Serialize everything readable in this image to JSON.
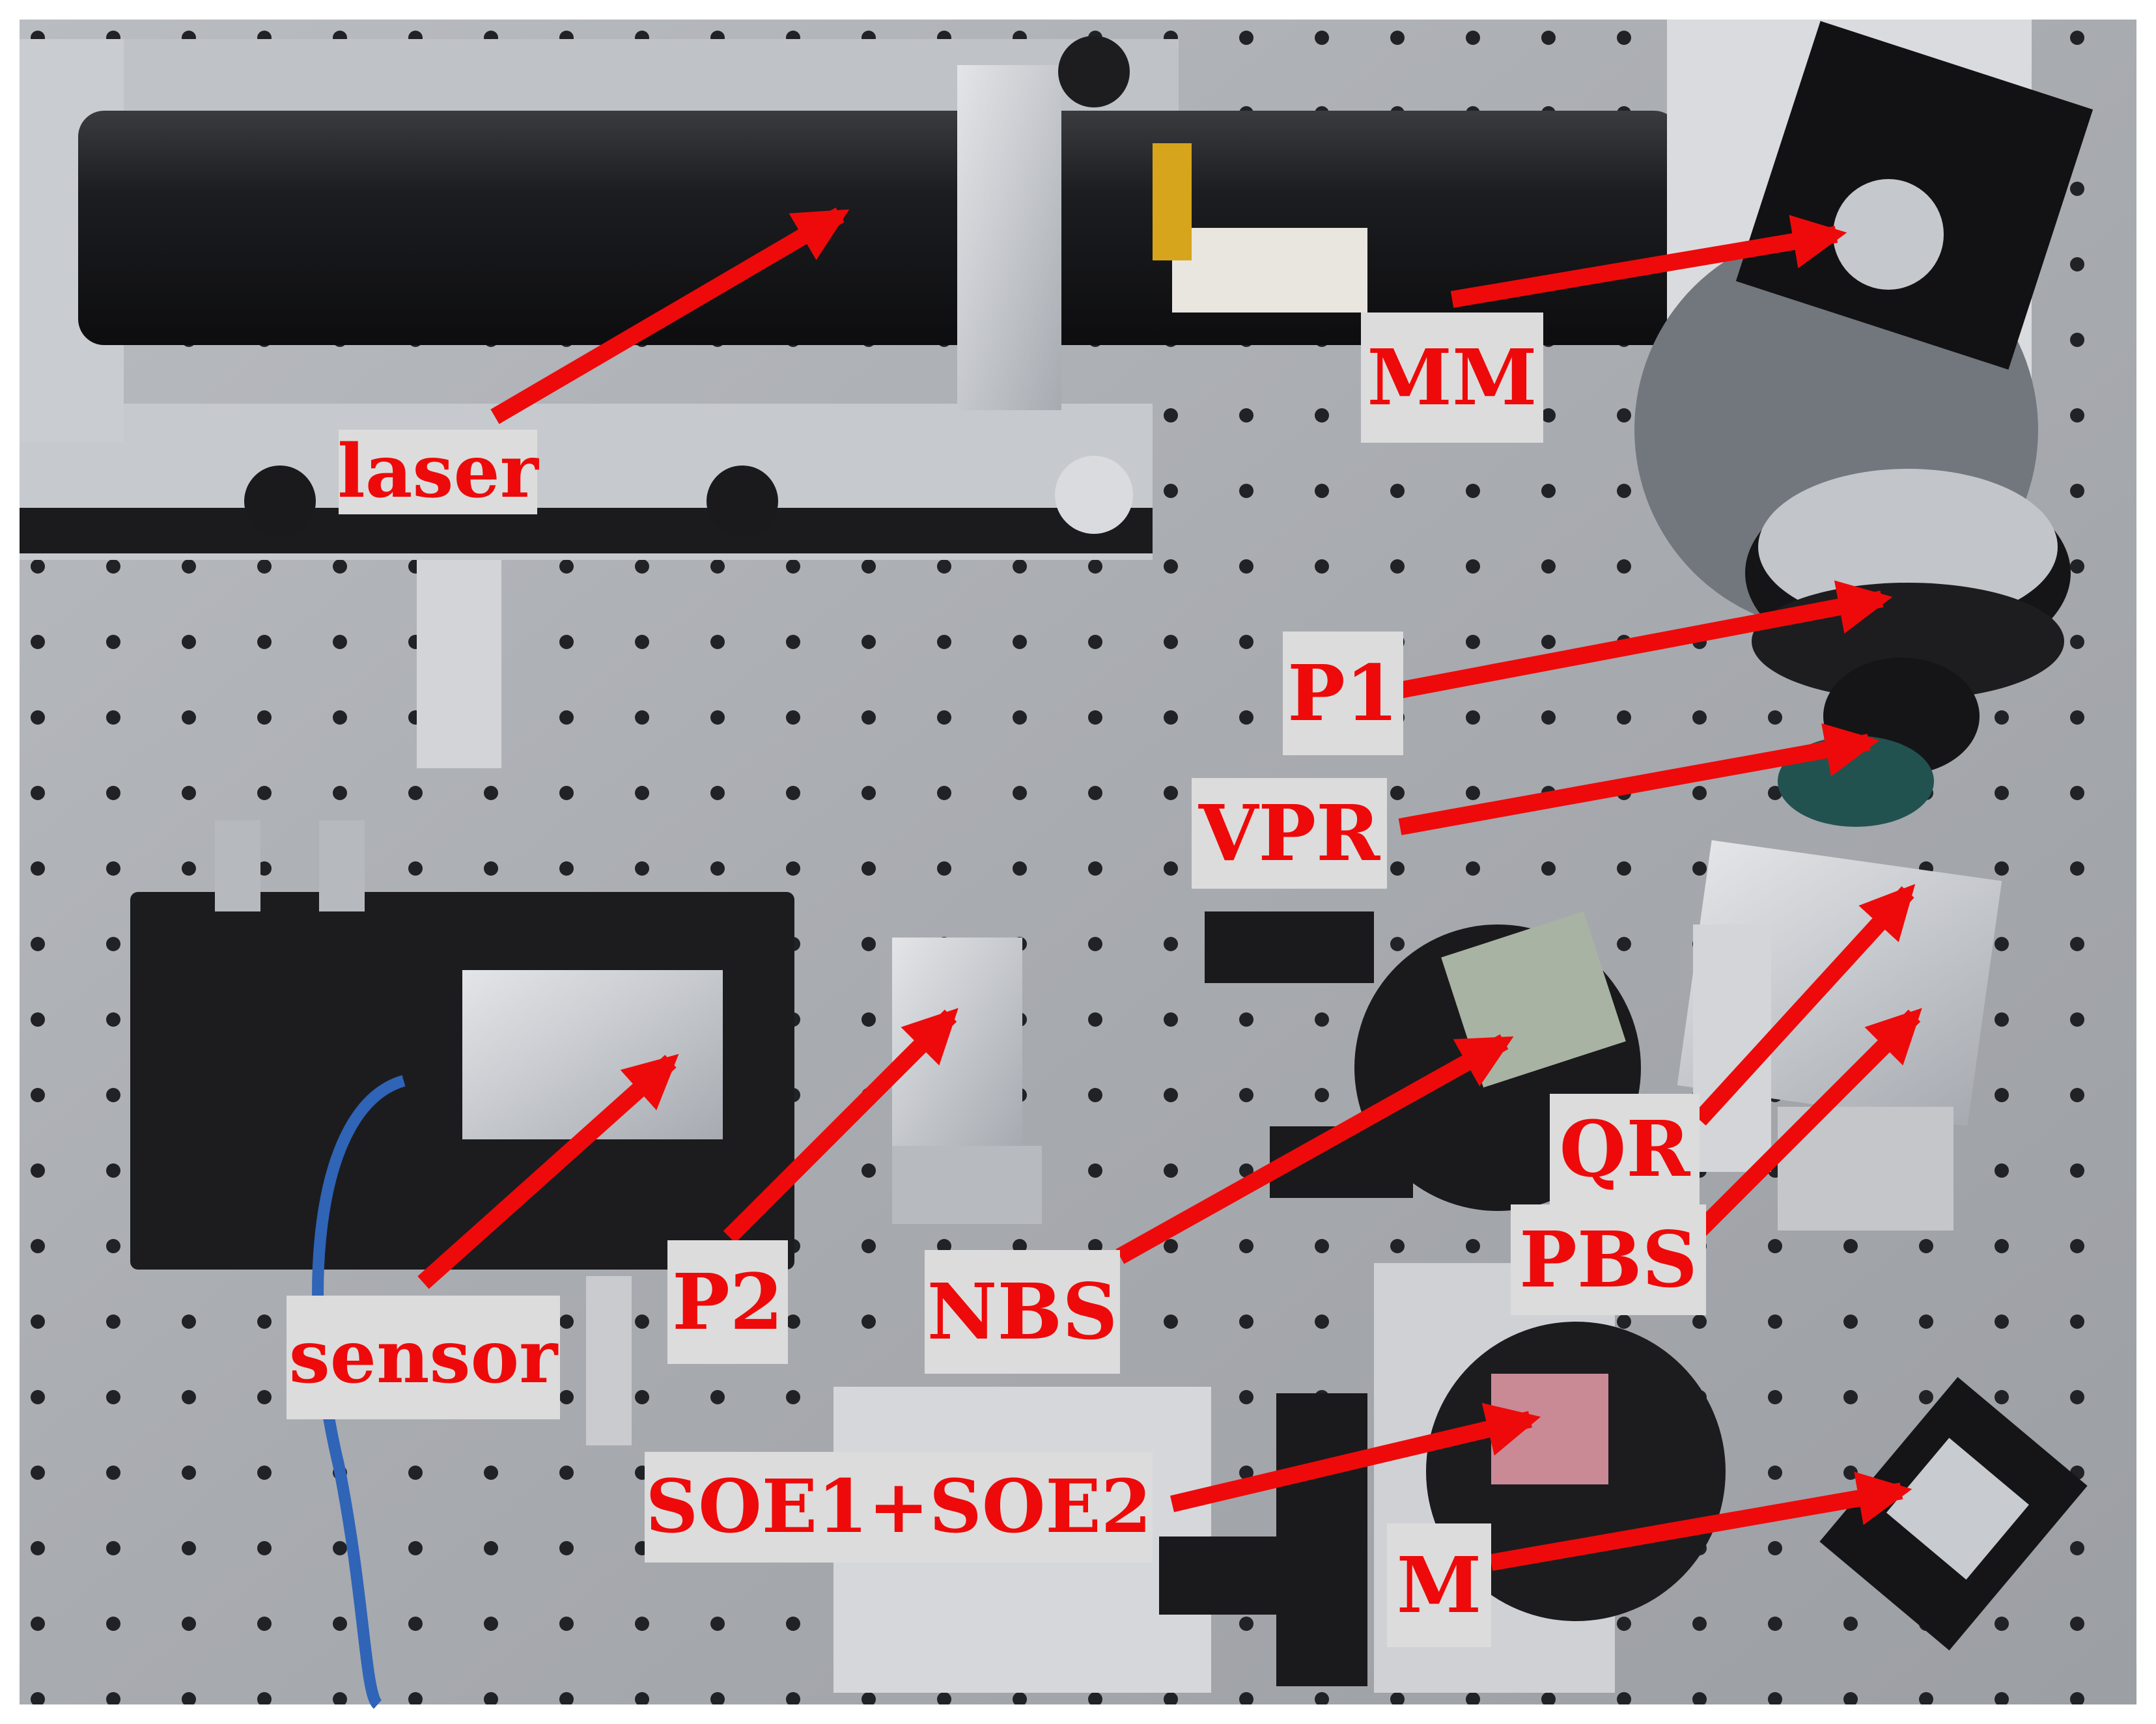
{
  "figure": {
    "labels": {
      "laser": "laser",
      "mm": "MM",
      "p1": "P1",
      "vpr": "VPR",
      "sensor": "sensor",
      "p2": "P2",
      "nbs": "NBS",
      "qr": "QR",
      "pbs": "PBS",
      "soe": "SOE1+SOE2",
      "m": "M"
    },
    "colors": {
      "annotation_red": "#ee0a0a",
      "label_background": "#dcdcdc",
      "breadboard": "#a9acb1",
      "holes": "#202226"
    }
  }
}
